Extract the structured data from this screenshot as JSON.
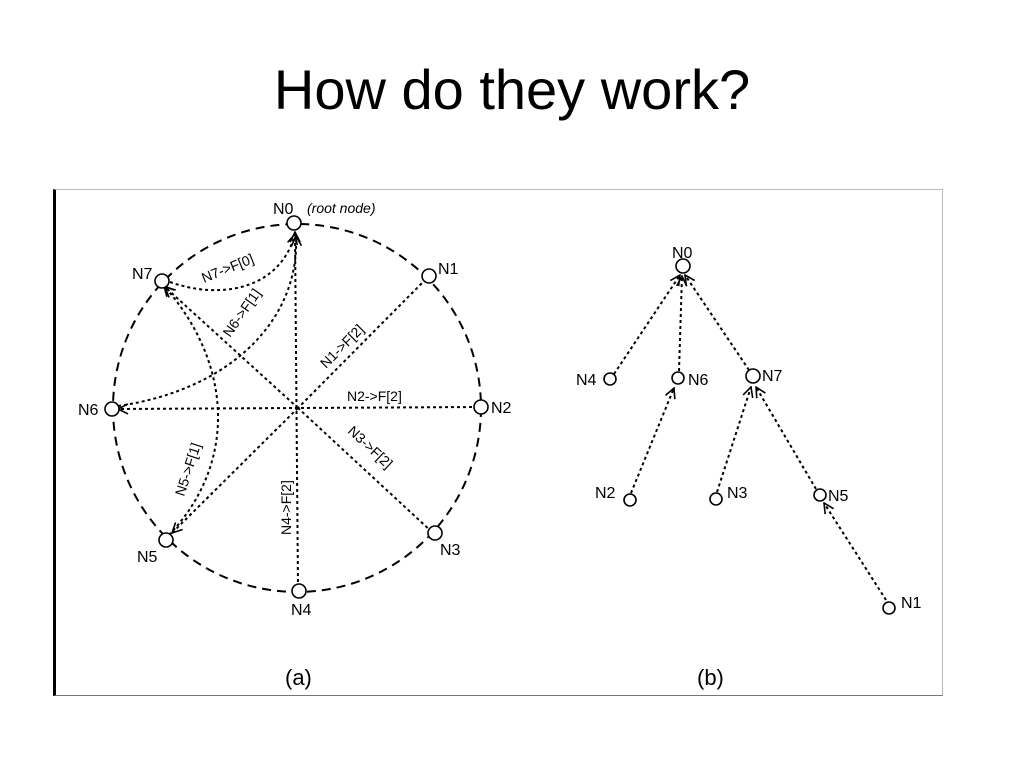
{
  "slide": {
    "title": "How do they work?"
  },
  "figure": {
    "panel_a": {
      "caption": "(a)",
      "root_note": "(root node)",
      "nodes": [
        "N0",
        "N1",
        "N2",
        "N3",
        "N4",
        "N5",
        "N6",
        "N7"
      ],
      "edge_labels": {
        "n7_f0": "N7->F[0]",
        "n6_f1": "N6->F[1]",
        "n1_f2": "N1->F[2]",
        "n2_f2": "N2->F[2]",
        "n3_f2": "N3->F[2]",
        "n4_f2": "N4->F[2]",
        "n5_f1": "N5->F[1]"
      }
    },
    "panel_b": {
      "caption": "(b)",
      "nodes": [
        "N0",
        "N4",
        "N6",
        "N7",
        "N2",
        "N3",
        "N5",
        "N1"
      ]
    }
  }
}
